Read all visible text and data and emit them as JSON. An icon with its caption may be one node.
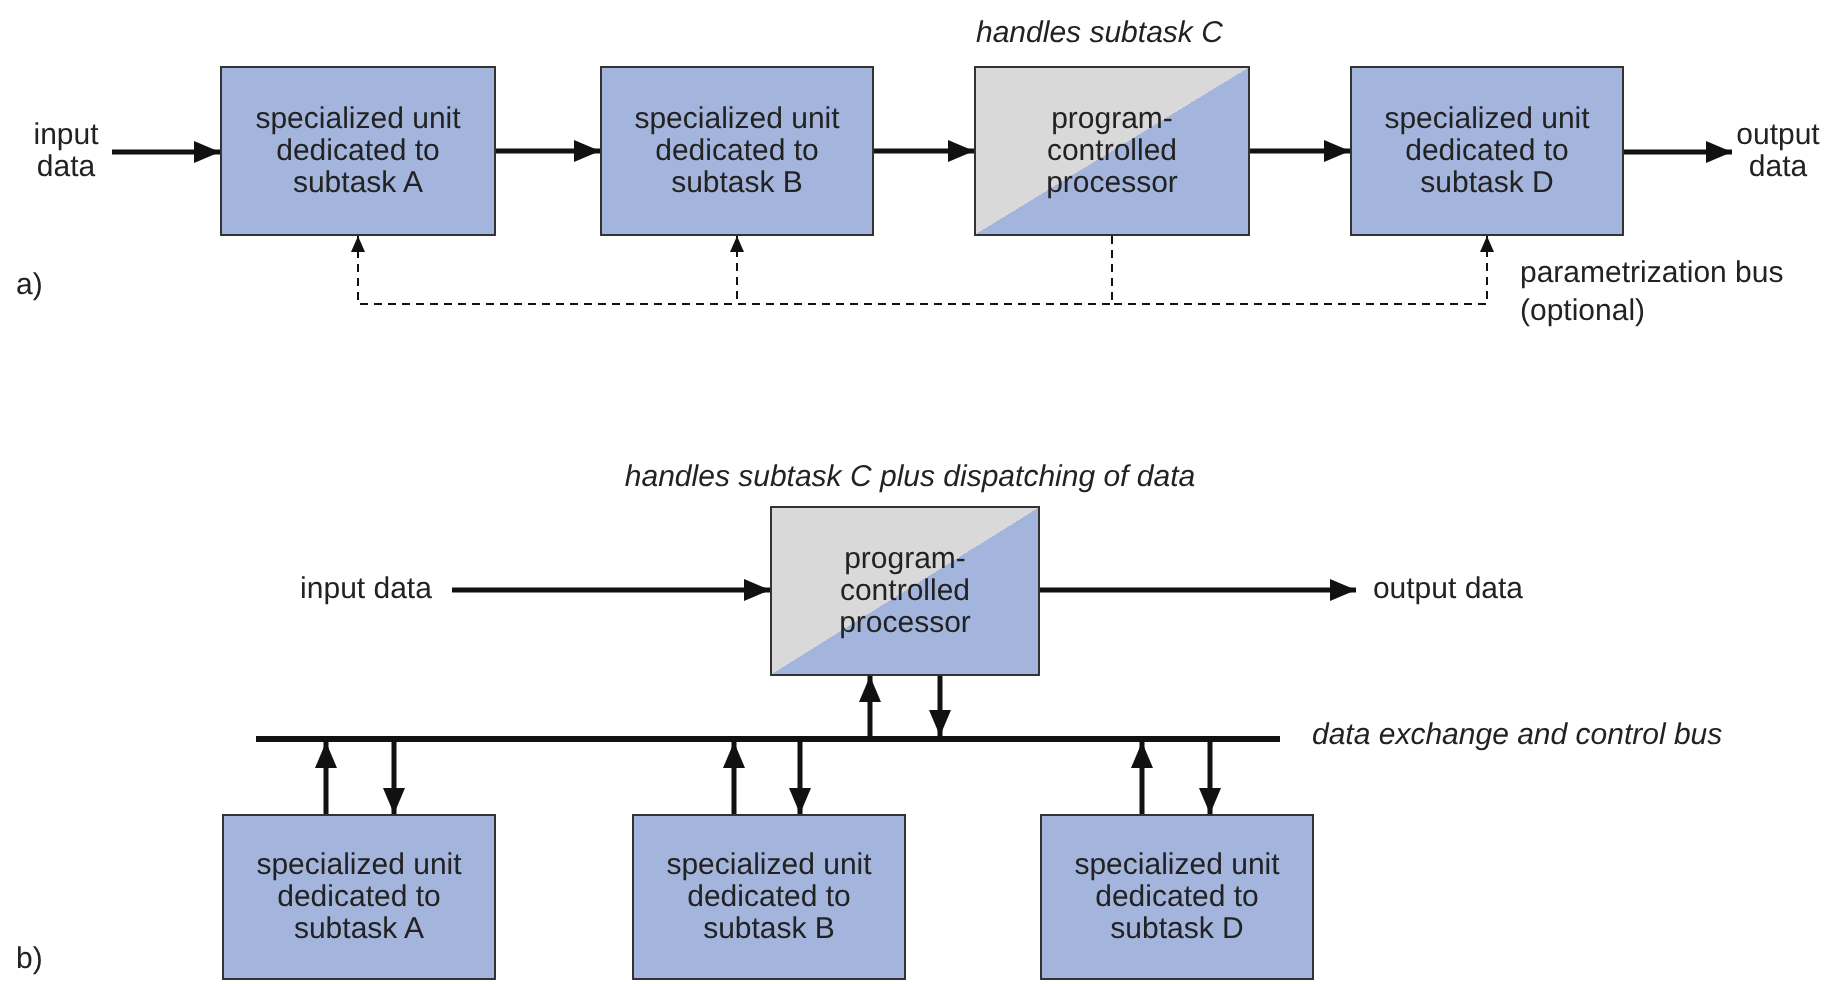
{
  "diagram": {
    "nodes": [
      {
        "text": [
          "input data"
        ]
      },
      {
        "text": [
          "specialized unit dedicated to subtask A"
        ]
      },
      {
        "text": [
          "specialized unit dedicated to subtask B"
        ]
      },
      {
        "text": [
          "program-controlled processor"
        ],
        "beside": [
          "handles subtask C"
        ]
      },
      {
        "text": [
          "specialized unit dedicated to subtask D"
        ]
      },
      {
        "text": [
          "output data"
        ]
      },
      {
        "text": [
          "input data"
        ]
      },
      {
        "text": [
          "program-controlled processor"
        ],
        "beside": [
          "handles subtask C plus dispatching of data"
        ]
      },
      {
        "text": [
          "output data"
        ]
      },
      {
        "text": [],
        "shape": "bar",
        "beside": [
          "data exchange and control bus"
        ]
      },
      {
        "text": [
          "specialized unit dedicated to subtask A"
        ]
      },
      {
        "text": [
          "specialized unit dedicated to subtask B"
        ]
      },
      {
        "text": [
          "specialized unit dedicated to subtask D"
        ]
      }
    ],
    "edges": [
      {
        "from": 0,
        "to": 1,
        "arrow": "to"
      },
      {
        "from": 1,
        "to": 2,
        "arrow": "to"
      },
      {
        "from": 2,
        "to": 3,
        "arrow": "to"
      },
      {
        "from": 3,
        "to": 4,
        "arrow": "to"
      },
      {
        "from": 4,
        "to": 5,
        "arrow": "to"
      },
      {
        "from": 3,
        "to": 1,
        "arrow": "to",
        "style": "dashed"
      },
      {
        "from": 3,
        "to": 2,
        "arrow": "to",
        "style": "dashed"
      },
      {
        "from": 3,
        "to": 4,
        "arrow": "to",
        "style": "dashed"
      },
      {
        "from": 6,
        "to": 7,
        "arrow": "to"
      },
      {
        "from": 7,
        "to": 8,
        "arrow": "to"
      },
      {
        "from": 9,
        "to": 7,
        "arrow": "to"
      },
      {
        "from": 7,
        "to": 9,
        "arrow": "to"
      },
      {
        "from": 10,
        "to": 9,
        "arrow": "to"
      },
      {
        "from": 9,
        "to": 10,
        "arrow": "to"
      },
      {
        "from": 11,
        "to": 9,
        "arrow": "to"
      },
      {
        "from": 9,
        "to": 11,
        "arrow": "to"
      },
      {
        "from": 12,
        "to": 9,
        "arrow": "to"
      },
      {
        "from": 9,
        "to": 12,
        "arrow": "to"
      }
    ],
    "labels": [
      "a)",
      "parametrization bus (optional)",
      "b)"
    ]
  }
}
